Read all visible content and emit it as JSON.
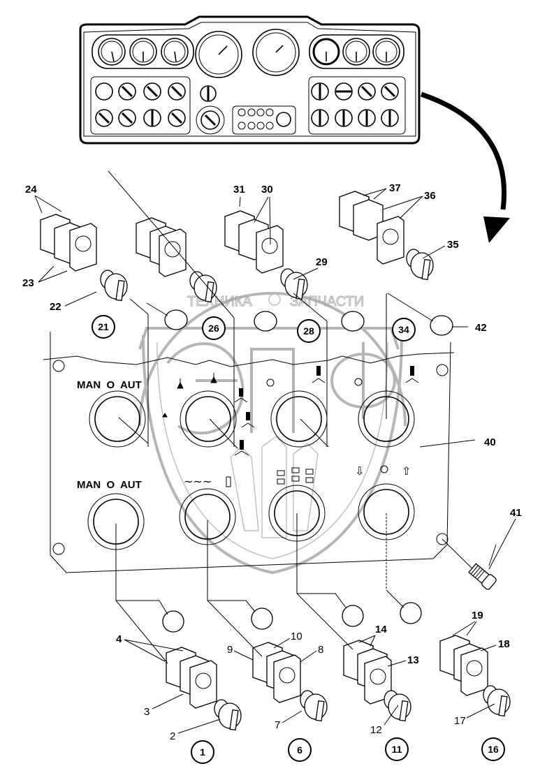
{
  "title": "Instrument panel switch assembly - exploded view",
  "watermark": {
    "text_left": "ТЕХНИКА",
    "text_right": "ЗАПЧАСТИ",
    "logo_letters": "ЭПФ",
    "color": "#b5b5b5"
  },
  "panel_labels": {
    "row1_left": "MAN  O  AUT",
    "row2_left": "MAN  O  AUT"
  },
  "callouts": {
    "c1": "1",
    "c2": "2",
    "c3": "3",
    "c4": "4",
    "c6": "6",
    "c7": "7",
    "c8": "8",
    "c9": "9",
    "c10": "10",
    "c11": "11",
    "c12": "12",
    "c13": "13",
    "c14": "14",
    "c16": "16",
    "c17": "17",
    "c18": "18",
    "c19": "19",
    "c21": "21",
    "c22": "22",
    "c23": "23",
    "c24": "24",
    "c26": "26",
    "c28": "28",
    "c29": "29",
    "c30": "30",
    "c31": "31",
    "c34": "34",
    "c35": "35",
    "c36": "36",
    "c37": "37",
    "c40": "40",
    "c41": "41",
    "c42": "42"
  },
  "circled_assemblies": [
    "1",
    "6",
    "11",
    "16",
    "21",
    "26",
    "28",
    "34"
  ],
  "icons": {
    "arrow_down": "⇩",
    "arrow_up": "⇧",
    "neutral": "O",
    "wave": "~~~"
  }
}
